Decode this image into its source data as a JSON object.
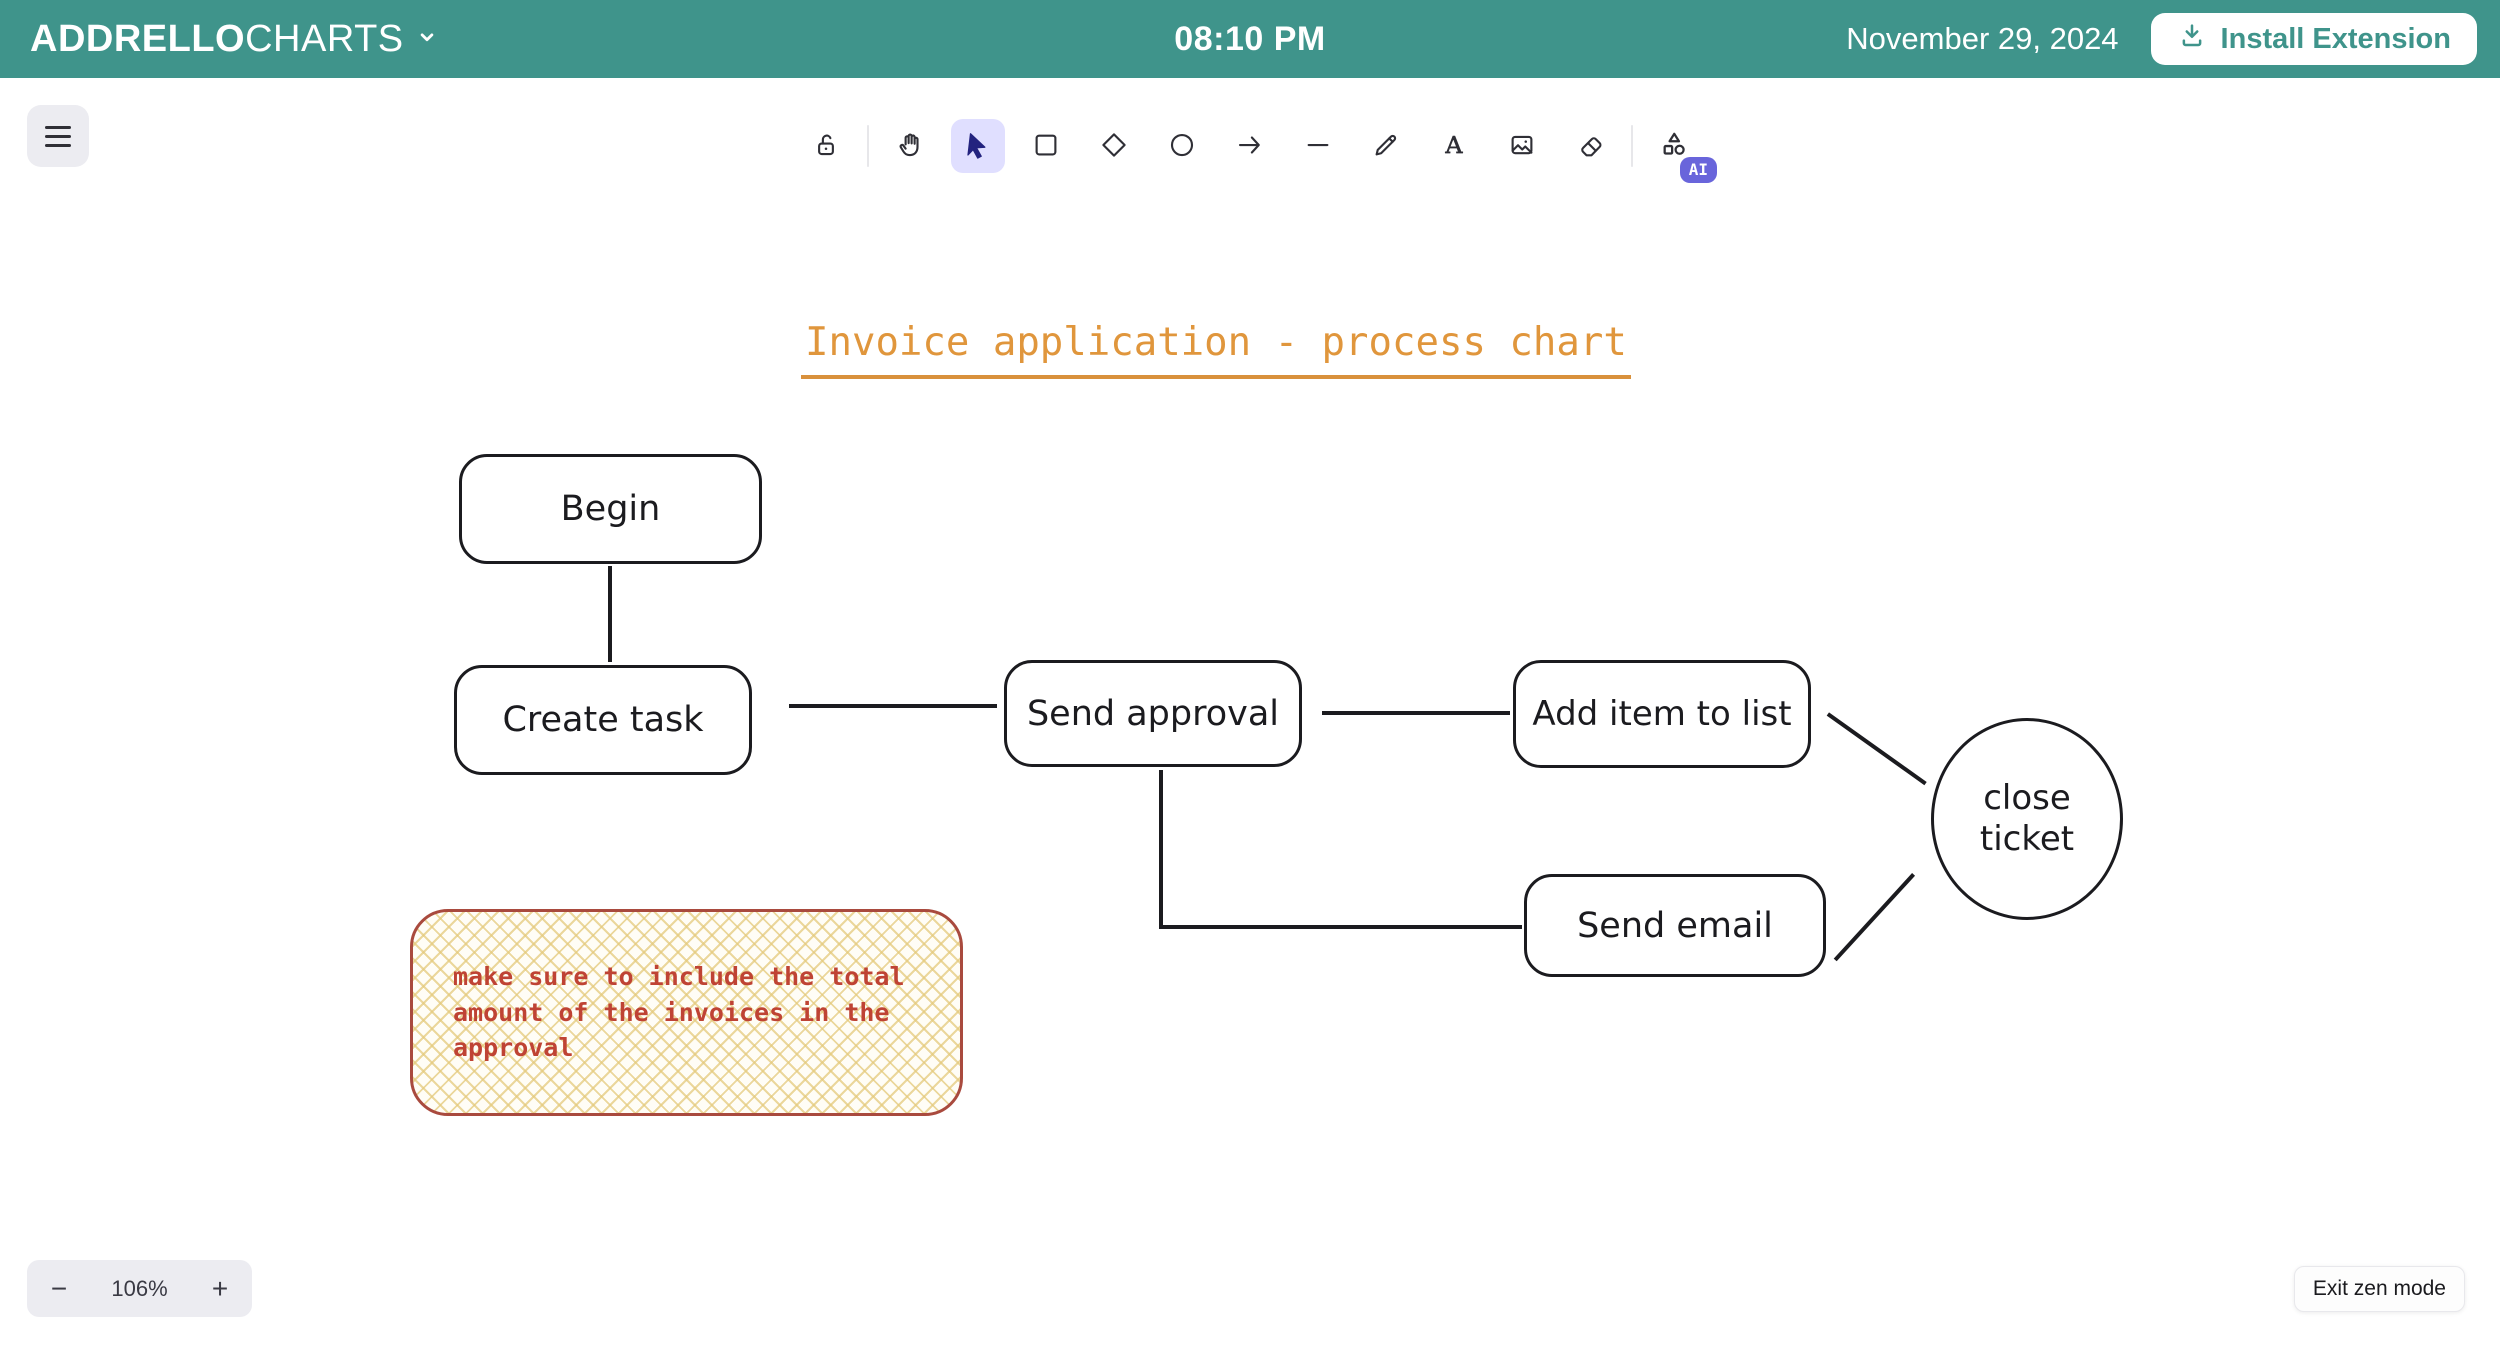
{
  "header": {
    "brand_bold": "ADDRELLO",
    "brand_regular": "CHARTS",
    "time": "08:10 PM",
    "date": "November 29, 2024",
    "install_button_label": "Install Extension"
  },
  "toolbar": {
    "tools": [
      "lock",
      "hand",
      "selection",
      "rectangle",
      "diamond",
      "ellipse",
      "arrow",
      "line",
      "draw",
      "text",
      "image",
      "eraser",
      "shapes"
    ],
    "active_tool": "selection",
    "ai_badge": "AI"
  },
  "canvas": {
    "title": "Invoice application - process chart",
    "nodes": [
      {
        "id": "begin",
        "label": "Begin",
        "shape": "rectangle"
      },
      {
        "id": "create-task",
        "label": "Create task",
        "shape": "rectangle"
      },
      {
        "id": "send-approval",
        "label": "Send approval",
        "shape": "rectangle"
      },
      {
        "id": "add-item-to-list",
        "label": "Add item to list",
        "shape": "rectangle"
      },
      {
        "id": "send-email",
        "label": "Send email",
        "shape": "rectangle"
      },
      {
        "id": "close-ticket",
        "label": "close ticket",
        "shape": "ellipse"
      }
    ],
    "edges": [
      {
        "from": "begin",
        "to": "create-task"
      },
      {
        "from": "create-task",
        "to": "send-approval"
      },
      {
        "from": "send-approval",
        "to": "add-item-to-list"
      },
      {
        "from": "add-item-to-list",
        "to": "close-ticket"
      },
      {
        "from": "send-approval",
        "to": "send-email"
      },
      {
        "from": "send-email",
        "to": "close-ticket"
      }
    ],
    "note": "make sure to include the total amount of the invoices in the approval"
  },
  "footer": {
    "zoom_out": "−",
    "zoom_level": "106%",
    "zoom_in": "+",
    "exit_zen_label": "Exit zen mode"
  },
  "colors": {
    "header_bg": "#3f948b",
    "active_tool_bg": "#e0dfff",
    "ai_badge_bg": "#6965db",
    "title_orange": "#e0963c",
    "note_border": "#a94a3e",
    "note_text": "#bf4334",
    "diagram_stroke": "#1b1b1f"
  }
}
